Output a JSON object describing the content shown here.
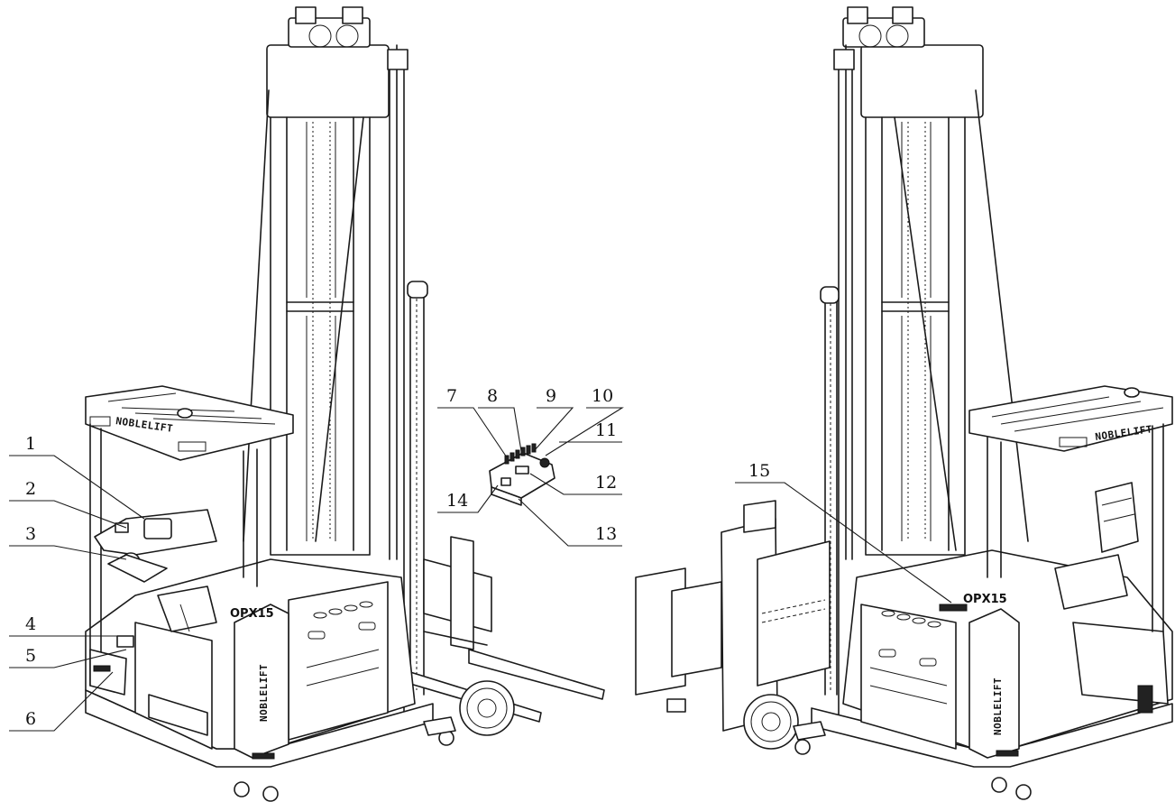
{
  "branding": {
    "brand_text": "NOBLELIFT",
    "model_text": "OPX15"
  },
  "callouts": [
    {
      "number": "1"
    },
    {
      "number": "2"
    },
    {
      "number": "3"
    },
    {
      "number": "4"
    },
    {
      "number": "5"
    },
    {
      "number": "6"
    },
    {
      "number": "7"
    },
    {
      "number": "8"
    },
    {
      "number": "9"
    },
    {
      "number": "10"
    },
    {
      "number": "11"
    },
    {
      "number": "12"
    },
    {
      "number": "13"
    },
    {
      "number": "14"
    },
    {
      "number": "15"
    }
  ]
}
